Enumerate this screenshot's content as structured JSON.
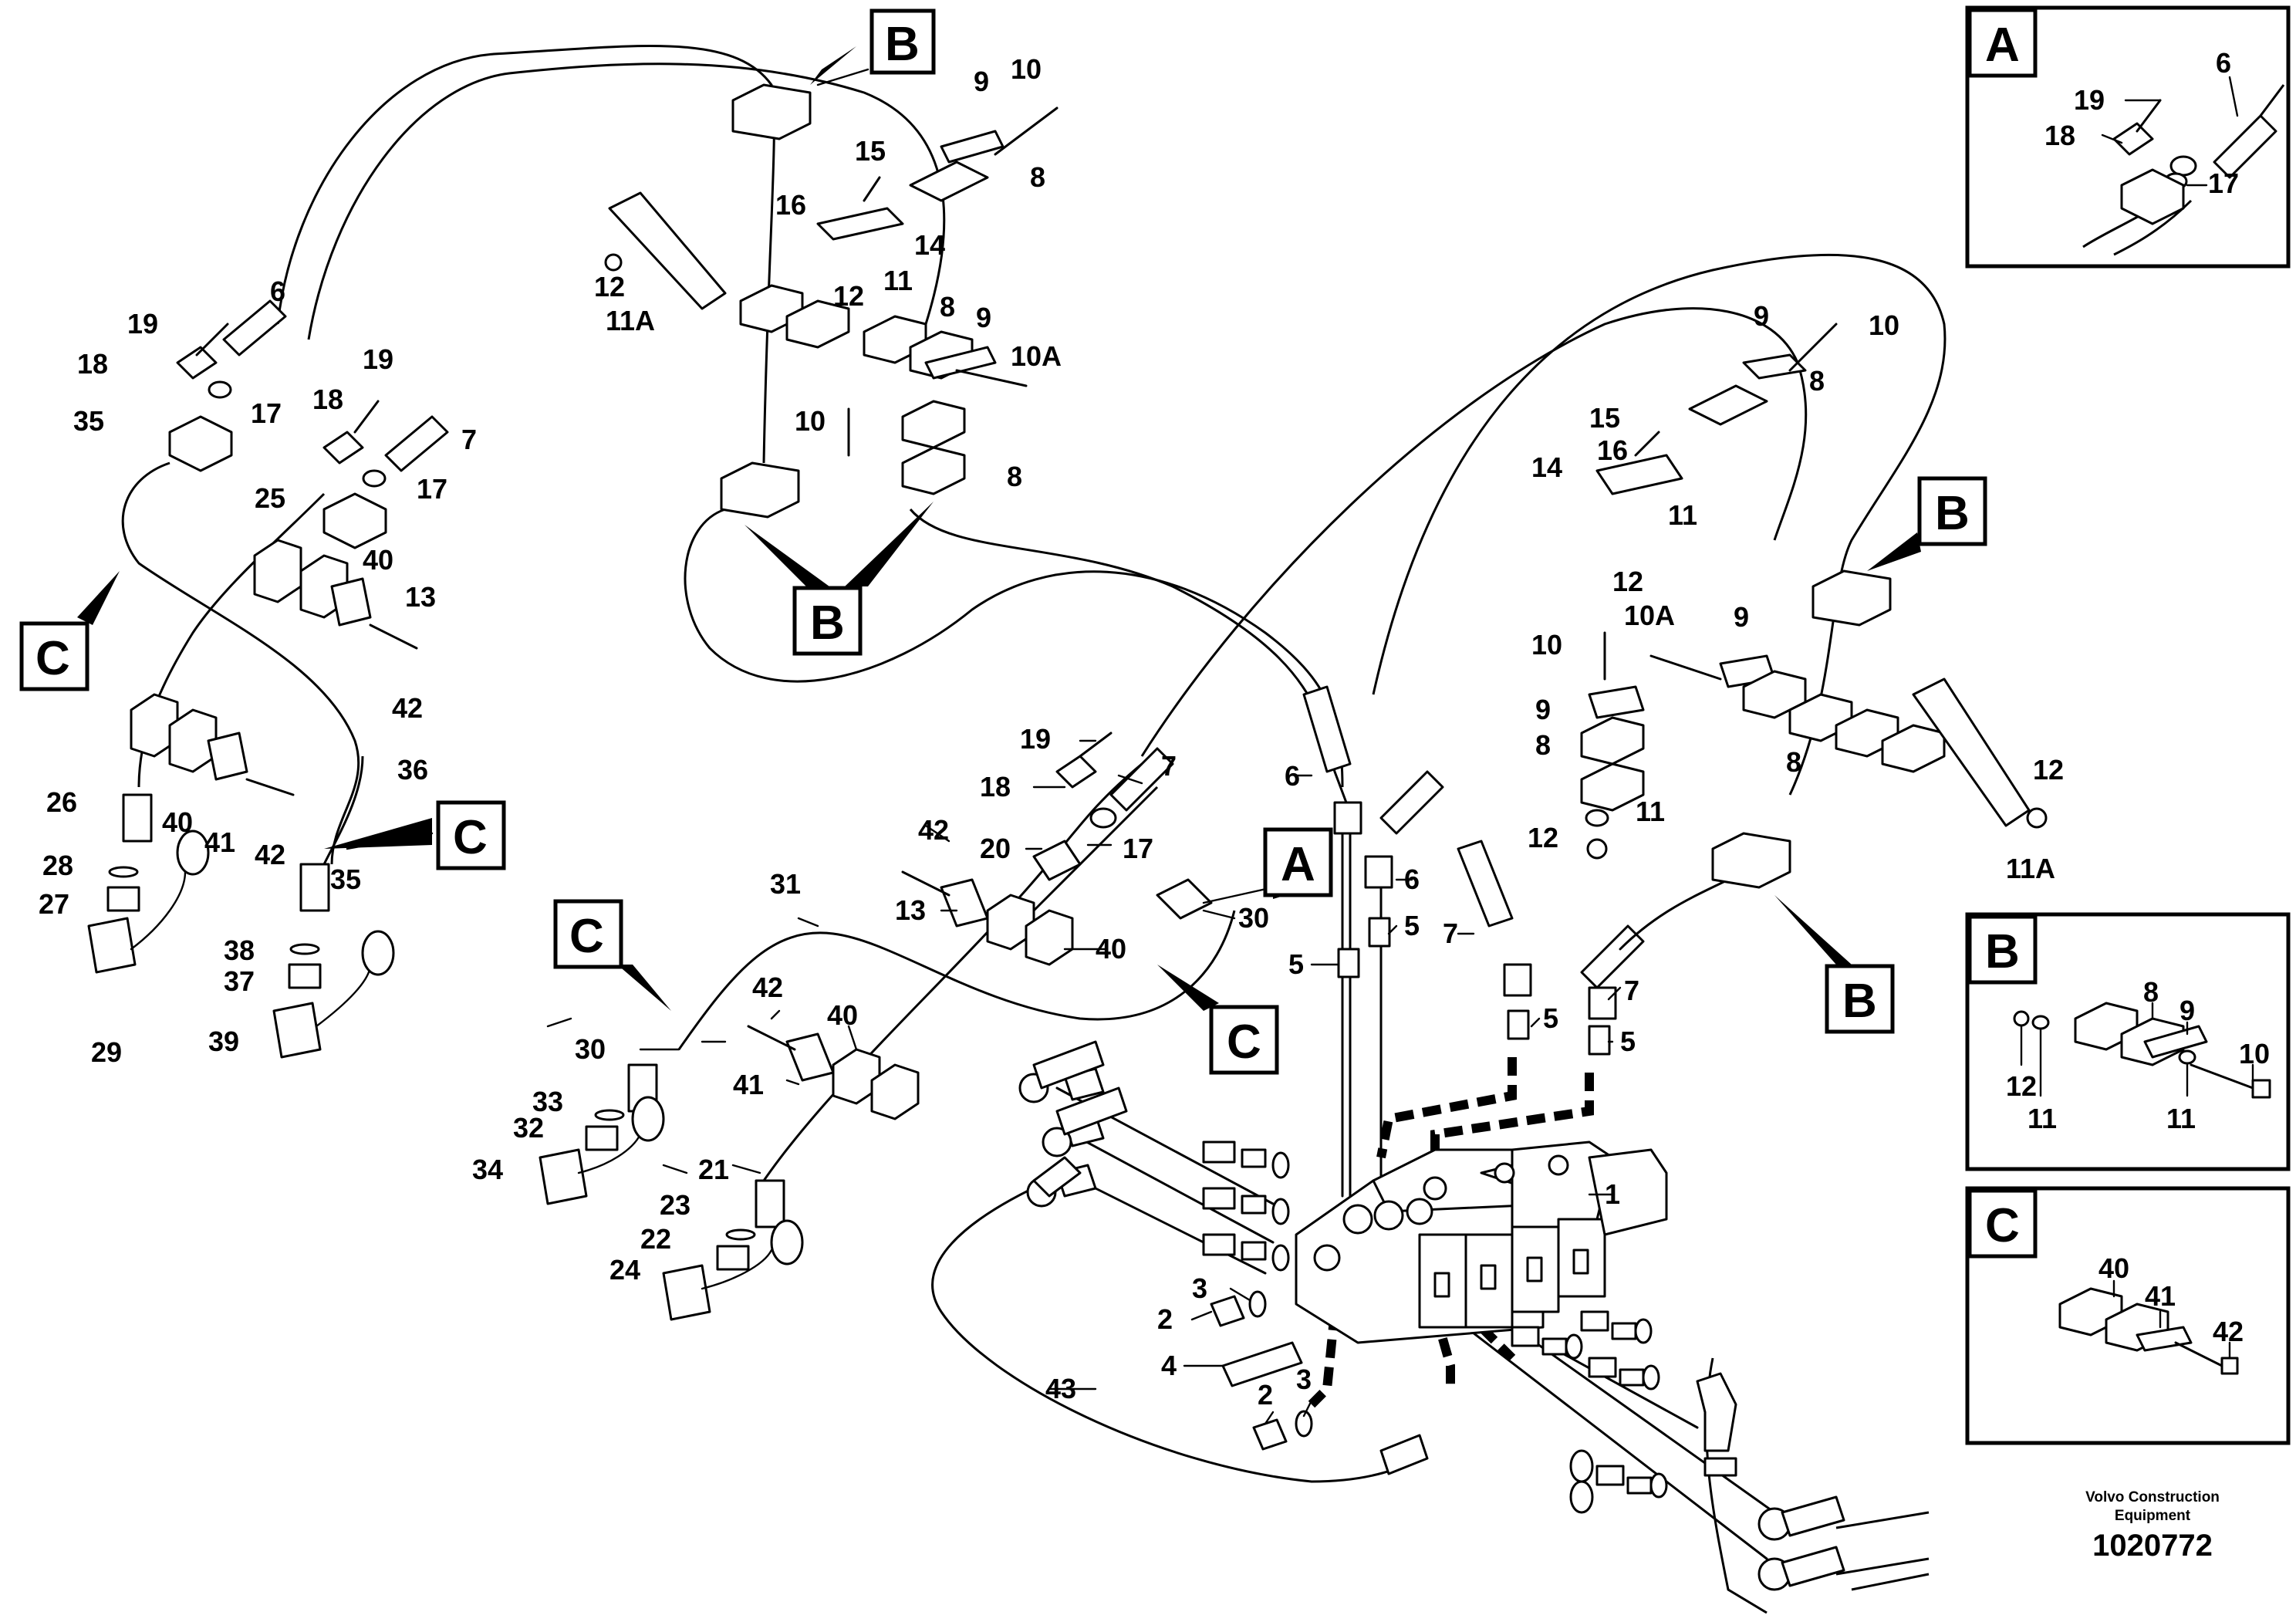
{
  "part_labels": {
    "p1": "1",
    "p2": "2",
    "p2b": "2",
    "p3": "3",
    "p3b": "3",
    "p4": "4",
    "p5a": "5",
    "p5b": "5",
    "p5c": "5",
    "p5d": "5",
    "p6a": "6",
    "p6b": "6",
    "p6c": "6",
    "p6d": "6",
    "p7a": "7",
    "p7b": "7",
    "p7c": "7",
    "p7d": "7",
    "p8a": "8",
    "p8b": "8",
    "p8c": "8",
    "p8d": "8",
    "p8e": "8",
    "p8f": "8",
    "p8g": "8",
    "p9a": "9",
    "p9b": "9",
    "p9c": "9",
    "p9d": "9",
    "p9e": "9",
    "p9f": "9",
    "p10a": "10",
    "p10b": "10",
    "p10c": "10",
    "p10d": "10",
    "p10e": "10",
    "p10Aa": "10A",
    "p10Ab": "10A",
    "p11a": "11",
    "p11b": "11",
    "p11c": "11",
    "p11d": "11",
    "p11e": "11",
    "p11Aa": "11A",
    "p11Ab": "11A",
    "p12a": "12",
    "p12b": "12",
    "p12c": "12",
    "p12d": "12",
    "p12e": "12",
    "p12f": "12",
    "p13a": "13",
    "p13b": "13",
    "p14a": "14",
    "p14b": "14",
    "p15a": "15",
    "p15b": "15",
    "p16a": "16",
    "p16b": "16",
    "p17a": "17",
    "p17b": "17",
    "p17c": "17",
    "p17d": "17",
    "p18a": "18",
    "p18b": "18",
    "p18c": "18",
    "p18d": "18",
    "p19a": "19",
    "p19b": "19",
    "p19c": "19",
    "p19d": "19",
    "p20": "20",
    "p21": "21",
    "p22": "22",
    "p23": "23",
    "p24": "24",
    "p25": "25",
    "p26": "26",
    "p27": "27",
    "p28": "28",
    "p29": "29",
    "p30a": "30",
    "p30b": "30",
    "p31": "31",
    "p32": "32",
    "p33": "33",
    "p34": "34",
    "p35a": "35",
    "p35b": "35",
    "p36": "36",
    "p37": "37",
    "p38": "38",
    "p39": "39",
    "p40a": "40",
    "p40b": "40",
    "p40c": "40",
    "p40d": "40",
    "p40e": "40",
    "p41a": "41",
    "p41b": "41",
    "p41c": "41",
    "p42a": "42",
    "p42b": "42",
    "p42c": "42",
    "p42d": "42",
    "p42e": "42",
    "p43": "43"
  },
  "callouts": {
    "B_top": "B",
    "B_mid": "B",
    "B_right_top": "B",
    "B_right_low": "B",
    "A_center": "A",
    "C_left": "C",
    "C_mid_left": "C",
    "C_low_left": "C",
    "C_center": "C"
  },
  "detail_panels": {
    "A": "A",
    "B": "B",
    "C": "C"
  },
  "footer": {
    "company_line1": "Volvo Construction",
    "company_line2": "Equipment",
    "reference_number": "1020772"
  }
}
